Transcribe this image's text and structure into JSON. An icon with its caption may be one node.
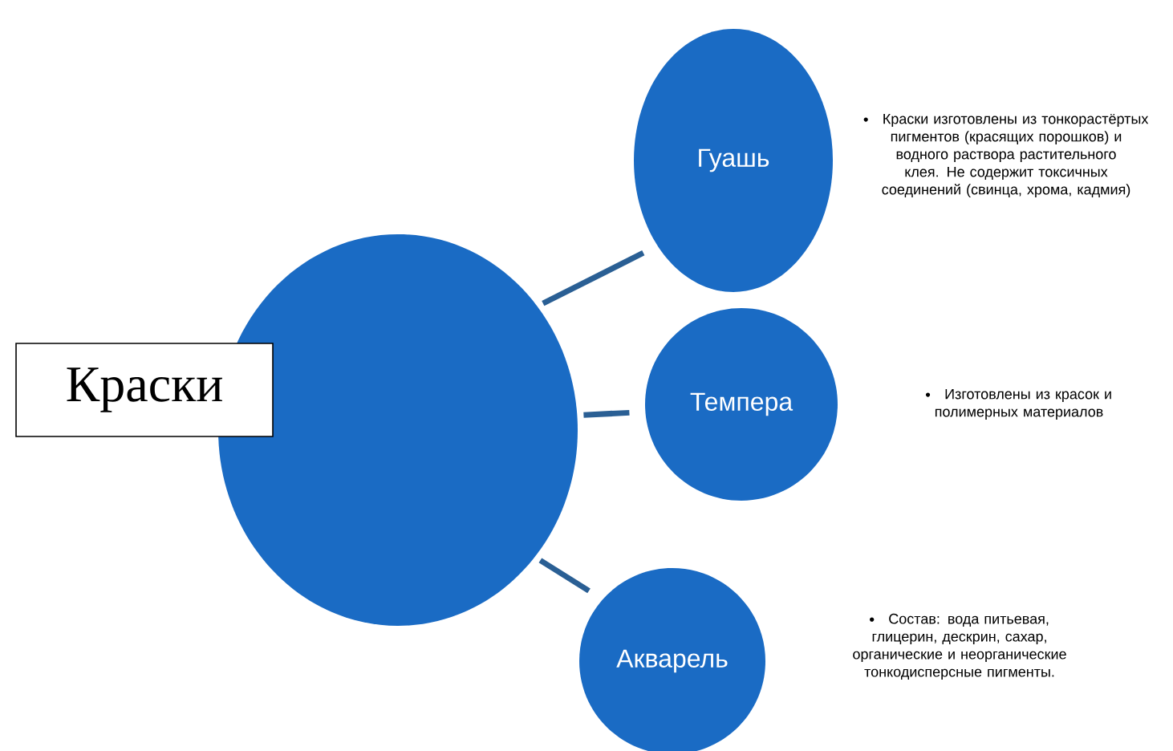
{
  "diagram": {
    "nodes": [
      {
        "text": [
          "Краски"
        ]
      },
      {
        "text": [
          "Гуашь"
        ]
      },
      {
        "text": [
          "Темпера"
        ]
      },
      {
        "text": [
          "Акварель"
        ]
      }
    ],
    "edges": [
      {
        "from": 0,
        "to": 1,
        "arrow": "none"
      },
      {
        "from": 0,
        "to": 2,
        "arrow": "none"
      },
      {
        "from": 0,
        "to": 3,
        "arrow": "none"
      }
    ],
    "labels": [
      "Краски изготовлены из тонкорастёртых пигментов (красящих порошков) и водного раствора растительного клея. Не содержит токсичных соединений (свинца, хрома, кадмия)",
      "Изготовлены из красок и полимерных материалов",
      "Состав: вода питьевая, глицерин, дескрин, сахар, органические и неорганические тонкодисперсные пигменты."
    ]
  }
}
